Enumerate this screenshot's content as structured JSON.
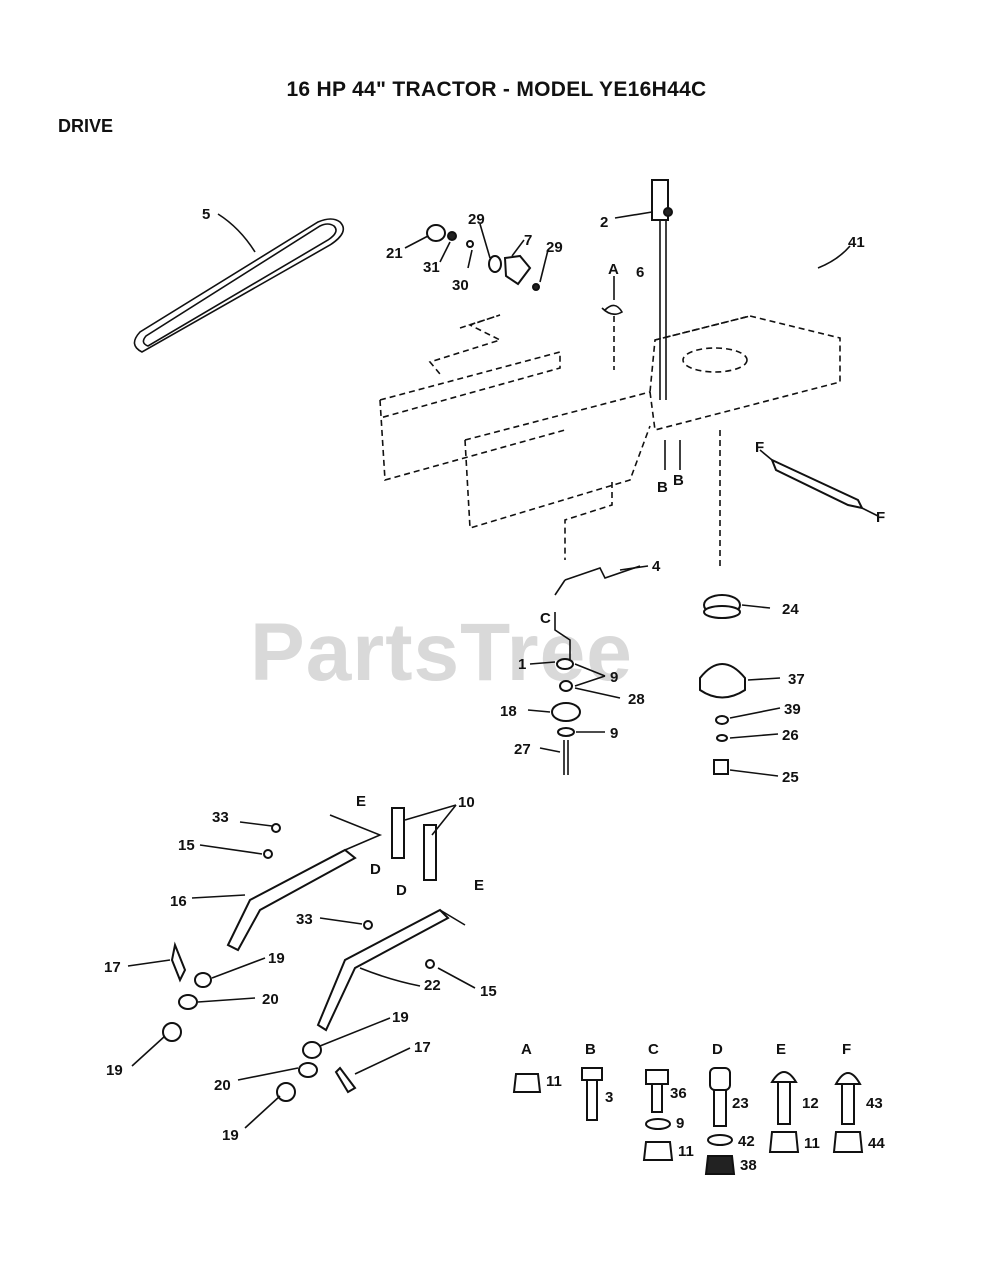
{
  "header": {
    "title": "16 HP 44\" TRACTOR - MODEL YE16H44C",
    "section": "DRIVE"
  },
  "watermark": "PartsTree",
  "callouts": [
    {
      "id": "c5",
      "text": "5"
    },
    {
      "id": "c2",
      "text": "2"
    },
    {
      "id": "c29a",
      "text": "29"
    },
    {
      "id": "c7",
      "text": "7"
    },
    {
      "id": "c29b",
      "text": "29"
    },
    {
      "id": "c21",
      "text": "21"
    },
    {
      "id": "c31",
      "text": "31"
    },
    {
      "id": "c30",
      "text": "30"
    },
    {
      "id": "cA",
      "text": "A"
    },
    {
      "id": "c6",
      "text": "6"
    },
    {
      "id": "c41",
      "text": "41"
    },
    {
      "id": "cF1",
      "text": "F"
    },
    {
      "id": "cF2",
      "text": "F"
    },
    {
      "id": "cB1",
      "text": "B"
    },
    {
      "id": "cB2",
      "text": "B"
    },
    {
      "id": "c4",
      "text": "4"
    },
    {
      "id": "cC",
      "text": "C"
    },
    {
      "id": "c24",
      "text": "24"
    },
    {
      "id": "c1",
      "text": "1"
    },
    {
      "id": "c9a",
      "text": "9"
    },
    {
      "id": "c28",
      "text": "28"
    },
    {
      "id": "c18",
      "text": "18"
    },
    {
      "id": "c9b",
      "text": "9"
    },
    {
      "id": "c27",
      "text": "27"
    },
    {
      "id": "c37",
      "text": "37"
    },
    {
      "id": "c39",
      "text": "39"
    },
    {
      "id": "c26",
      "text": "26"
    },
    {
      "id": "c25",
      "text": "25"
    },
    {
      "id": "c33a",
      "text": "33"
    },
    {
      "id": "c15a",
      "text": "15"
    },
    {
      "id": "cE1",
      "text": "E"
    },
    {
      "id": "c10",
      "text": "10"
    },
    {
      "id": "cD1",
      "text": "D"
    },
    {
      "id": "cE2",
      "text": "E"
    },
    {
      "id": "c16",
      "text": "16"
    },
    {
      "id": "c33b",
      "text": "33"
    },
    {
      "id": "cD2",
      "text": "D"
    },
    {
      "id": "c17a",
      "text": "17"
    },
    {
      "id": "c19a",
      "text": "19"
    },
    {
      "id": "c20a",
      "text": "20"
    },
    {
      "id": "c22",
      "text": "22"
    },
    {
      "id": "c15b",
      "text": "15"
    },
    {
      "id": "c19b",
      "text": "19"
    },
    {
      "id": "c19c",
      "text": "19"
    },
    {
      "id": "c17b",
      "text": "17"
    },
    {
      "id": "c20b",
      "text": "20"
    },
    {
      "id": "c19d",
      "text": "19"
    }
  ],
  "hardware": {
    "A": {
      "letter": "A",
      "parts": [
        "11"
      ]
    },
    "B": {
      "letter": "B",
      "parts": [
        "3"
      ]
    },
    "C": {
      "letter": "C",
      "parts": [
        "36",
        "9",
        "11"
      ]
    },
    "D": {
      "letter": "D",
      "parts": [
        "23",
        "42",
        "38"
      ]
    },
    "E": {
      "letter": "E",
      "parts": [
        "12",
        "11"
      ]
    },
    "F": {
      "letter": "F",
      "parts": [
        "43",
        "44"
      ]
    }
  }
}
